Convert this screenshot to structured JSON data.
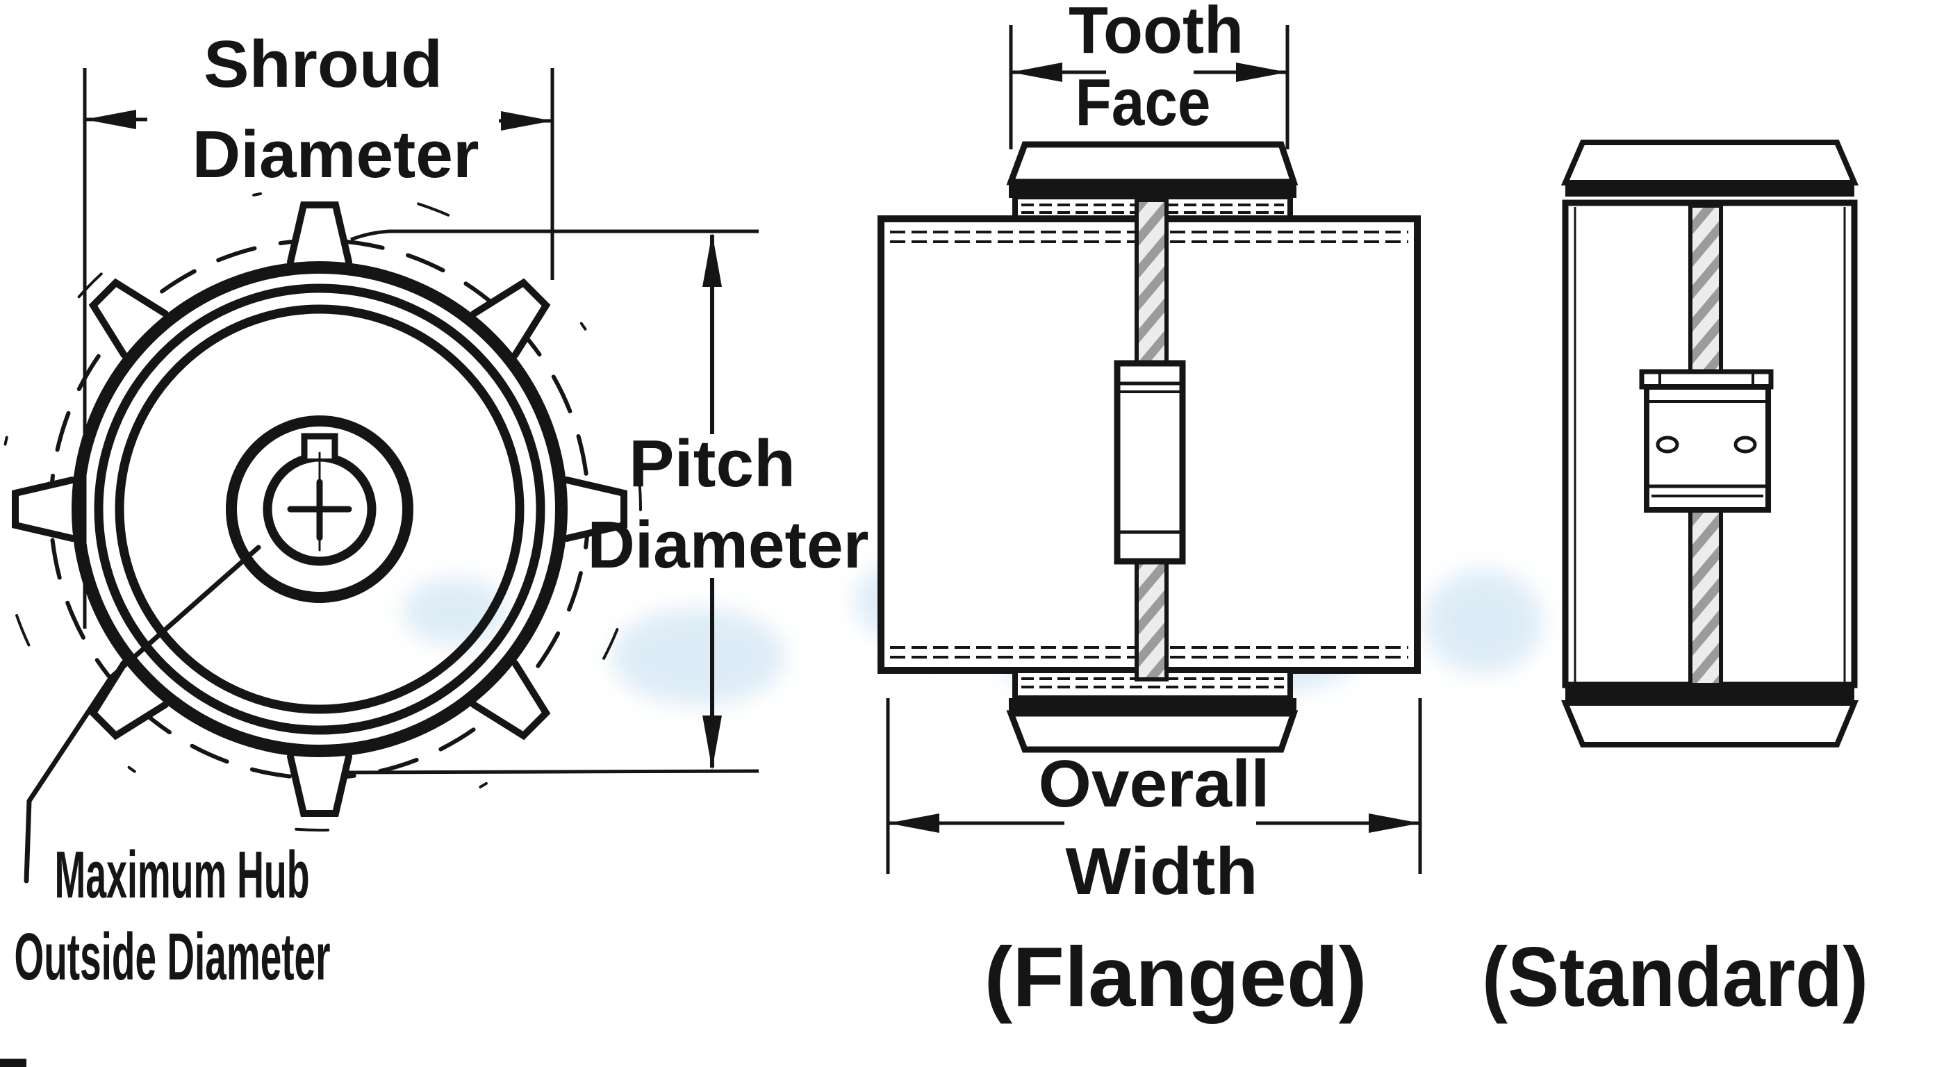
{
  "colors": {
    "ink": "#151515",
    "paper": "#ffffff",
    "watermark": "#bcd9ee",
    "shaft-fill": "#ececec",
    "shaft-stripe": "#9b9b9b"
  },
  "diagram": {
    "front_view": {
      "shroud_dimension": {
        "line1": "Shroud",
        "line2": "Diameter"
      },
      "pitch_dimension": {
        "line1": "Pitch",
        "line2": "Diameter"
      },
      "hub_label": {
        "line1": "Maximum Hub",
        "line2": "Outside Diameter"
      }
    },
    "flanged_view": {
      "tooth_face_dimension": {
        "line1": "Tooth",
        "line2": "Face"
      },
      "overall_width_dimension": {
        "line1": "Overall",
        "line2": "Width"
      },
      "caption": "(Flanged)"
    },
    "standard_view": {
      "caption": "(Standard)"
    }
  }
}
